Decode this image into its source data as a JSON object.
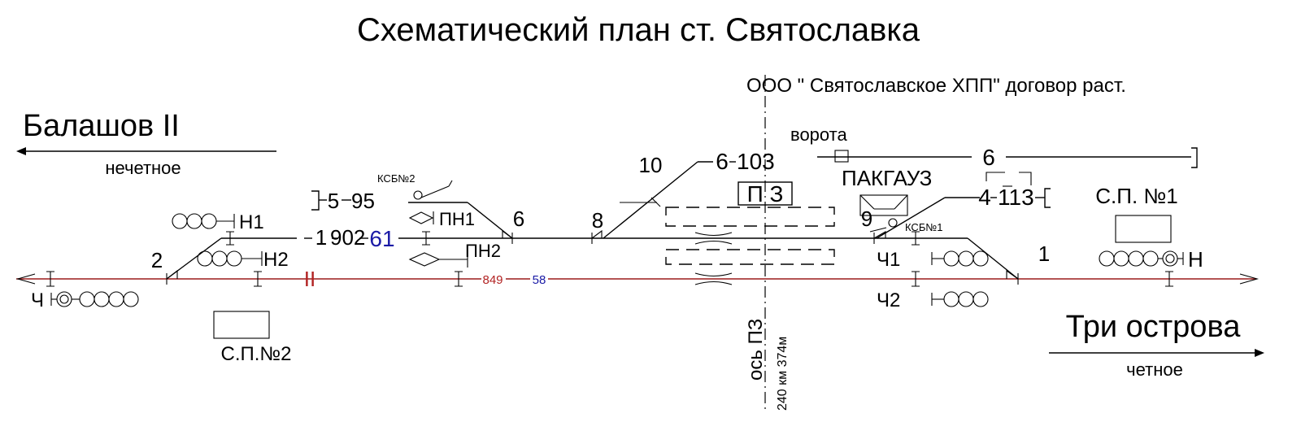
{
  "title": "Схематический план ст. Святославка",
  "enterprise_label": "ООО \" Святославское ХПП\"  договор раст.",
  "directions": {
    "left": {
      "station": "Балашов II",
      "direction": "нечетное"
    },
    "right": {
      "station": "Три острова",
      "direction": "четное"
    }
  },
  "tracks": {
    "main_track_label": "II",
    "main_track_length": "849",
    "main_track_useful": "58",
    "track1_label": "1",
    "track1_length": "902",
    "track1_useful": "61",
    "track5_label": "5",
    "track5_length": "95",
    "track6_top_label": "6",
    "track6_top_length": "103",
    "track6_far_label": "6",
    "track4_label": "4",
    "track4_length": "113"
  },
  "switches": {
    "s1": "1",
    "s2": "2",
    "s6": "6",
    "s8": "8",
    "s9": "9",
    "s10": "10"
  },
  "signals": {
    "n1": "Н1",
    "n2": "Н2",
    "pn1": "ПН1",
    "pn2": "ПН2",
    "ch": "Ч",
    "ch1": "Ч1",
    "ch2": "Ч2",
    "n": "Н"
  },
  "objects": {
    "ksb2": "КСБ№2",
    "ksb1": "КСБ№1",
    "gate": "ворота",
    "warehouse": "ПАКГАУЗ",
    "passenger_building": "П З",
    "sp1": "С.П. №1",
    "sp2": "С.П.№2"
  },
  "axis": {
    "label": "ось ПЗ",
    "km": "240 км  374м"
  },
  "colors": {
    "main_track": "#9b1c1c",
    "length_red": "#b22222",
    "length_blue": "#1a1aa6",
    "ink": "#000000"
  }
}
